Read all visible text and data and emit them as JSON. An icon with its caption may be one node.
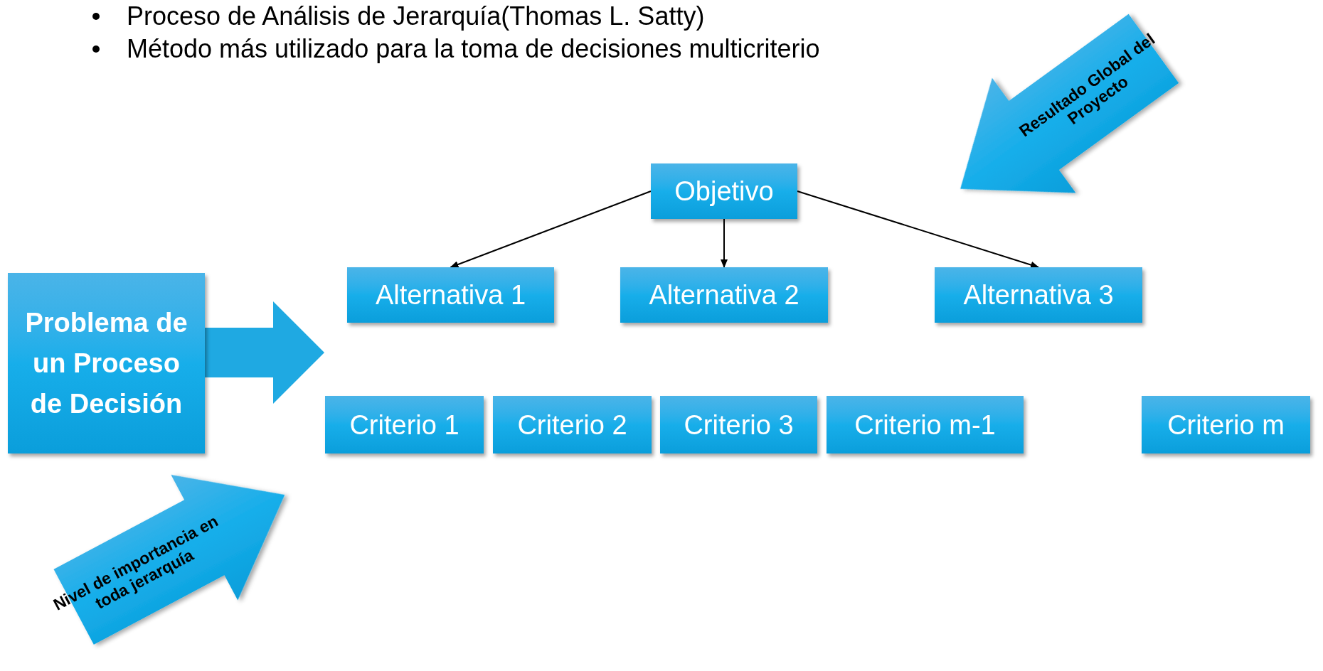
{
  "diagram": {
    "nodes": [
      {
        "text": [
          "Resultado Global del Proyecto"
        ]
      },
      {
        "text": [
          "Objetivo"
        ]
      },
      {
        "text": [
          "Alternativa 1"
        ]
      },
      {
        "text": [
          "Alternativa 2"
        ]
      },
      {
        "text": [
          "Alternativa 3"
        ]
      },
      {
        "text": [
          "Problema de un Proceso de Decisión"
        ]
      },
      {
        "text": [
          "Criterio 1"
        ]
      },
      {
        "text": [
          "Criterio 2"
        ]
      },
      {
        "text": [
          "Criterio 3"
        ]
      },
      {
        "text": [
          "Criterio m-1"
        ]
      },
      {
        "text": [
          "Criterio m"
        ]
      },
      {
        "text": [
          "Nivel de importancia en toda jerarquía"
        ]
      }
    ],
    "edges": [
      {
        "from": 1,
        "to": 2,
        "arrow": "to"
      },
      {
        "from": 1,
        "to": 3,
        "arrow": "to"
      },
      {
        "from": 1,
        "to": 4,
        "arrow": "to"
      },
      {
        "from": 5,
        "to": null,
        "arrow": "to",
        "style": "thick"
      }
    ],
    "labels": [
      "Proceso de Análisis de Jerarquía(Thomas L. Satty)",
      "Método más utilizado para la toma de decisiones multicriterio"
    ]
  }
}
